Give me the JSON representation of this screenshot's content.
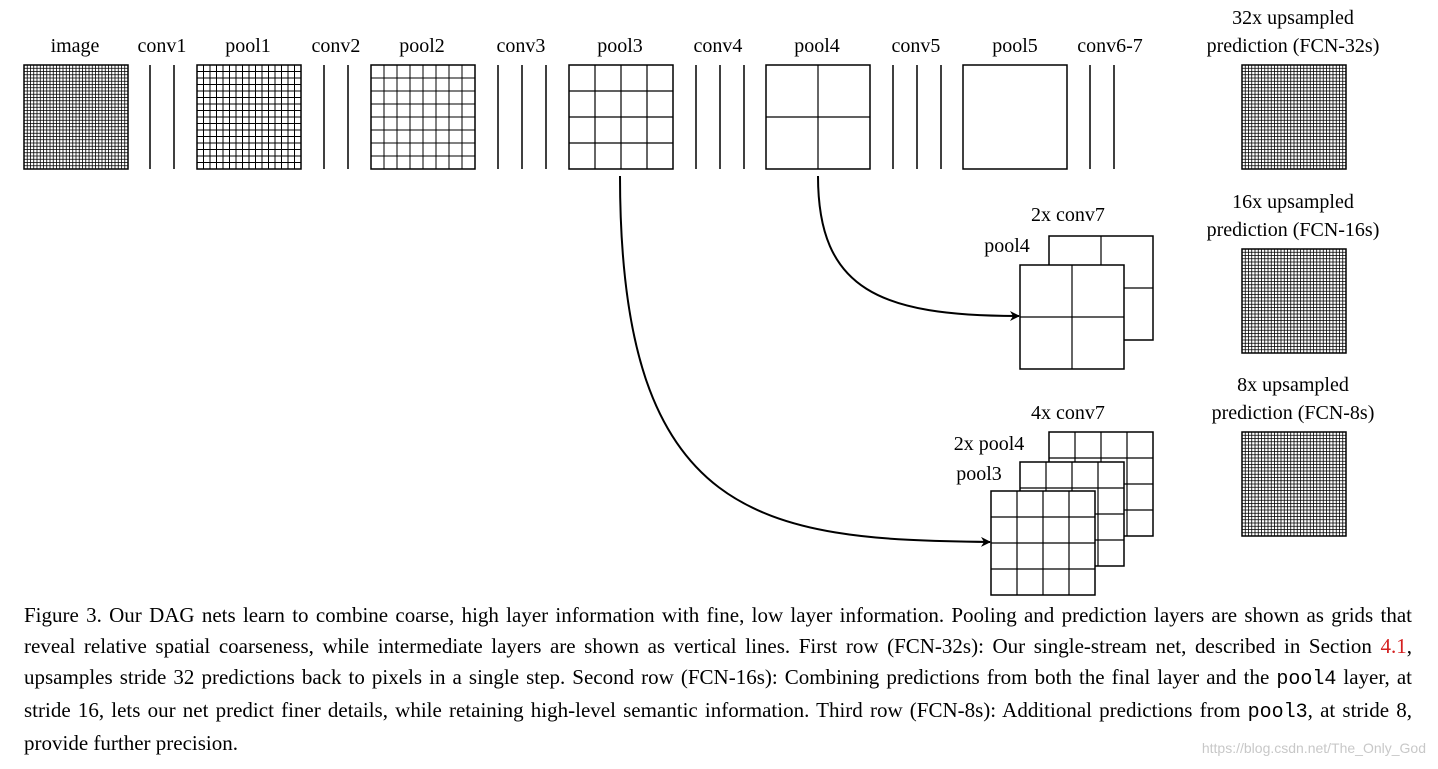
{
  "row1": {
    "labels": {
      "image": "image",
      "conv1": "conv1",
      "pool1": "pool1",
      "conv2": "conv2",
      "pool2": "pool2",
      "conv3": "conv3",
      "pool3": "pool3",
      "conv4": "conv4",
      "pool4": "pool4",
      "conv5": "conv5",
      "pool5": "pool5",
      "conv67": "conv6-7"
    },
    "out": {
      "line1": "32x upsampled",
      "line2": "prediction (FCN-32s)"
    }
  },
  "row2": {
    "conv7_label": "2x conv7",
    "pool4_label": "pool4",
    "out": {
      "line1": "16x upsampled",
      "line2": "prediction (FCN-16s)"
    }
  },
  "row3": {
    "conv7_label": "4x conv7",
    "pool4_label": "2x pool4",
    "pool3_label": "pool3",
    "out": {
      "line1": "8x upsampled",
      "line2": "prediction (FCN-8s)"
    }
  },
  "caption": {
    "p1": "Figure 3.  Our DAG nets learn to combine coarse, high layer information with fine, low layer information. Pooling and prediction layers are shown as grids that reveal relative spatial coarseness, while intermediate layers are shown as vertical lines. First row (FCN-32s): Our single-stream net, described in Section ",
    "ref": "4.1",
    "p2": ", upsamples stride 32 predictions back to pixels in a single step. Second row (FCN-16s): Combining predictions from both the final layer and the ",
    "code1": "pool4",
    "p3": " layer, at stride 16, lets our net predict finer details, while retaining high-level semantic information. Third row (FCN-8s): Additional predictions from ",
    "code2": "pool3",
    "p4": ", at stride 8, provide further precision."
  },
  "watermark": "https://blog.csdn.net/The_Only_God"
}
